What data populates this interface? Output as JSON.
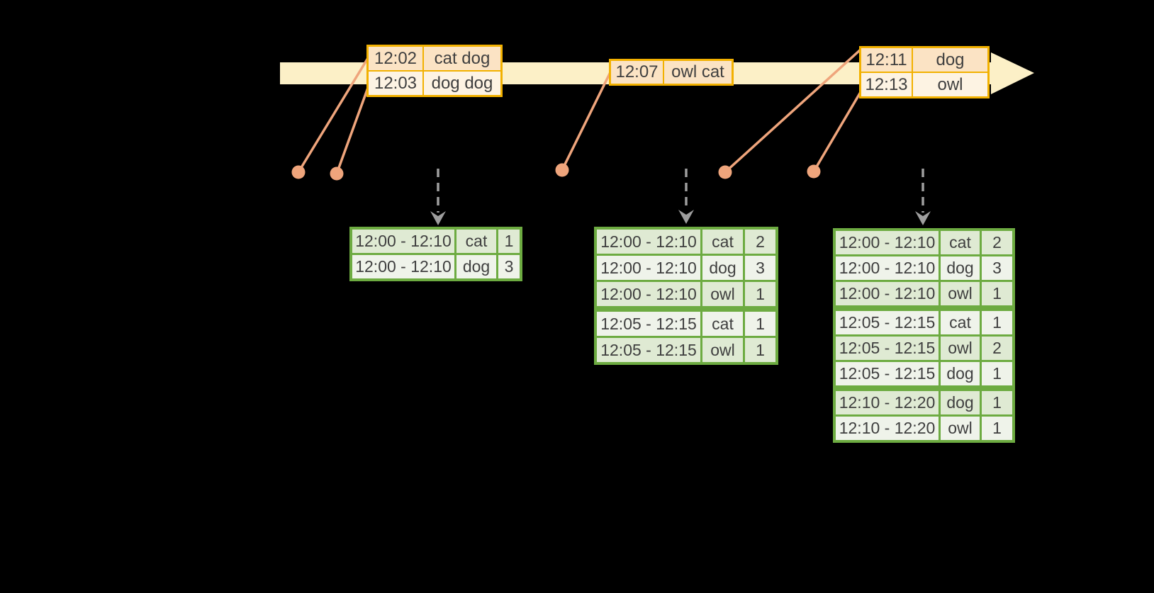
{
  "colors": {
    "background": "#000000",
    "timeline_band": "#FCF0C7",
    "event_border": "#F2B100",
    "event_row_odd": "#FBE3C4",
    "event_row_even": "#FDF3E3",
    "connector": "#EFA57C",
    "result_border": "#6DAB41",
    "result_row_odd": "#DFEAD3",
    "result_row_even": "#EFF3EA",
    "trigger_arrow": "#9E9E9E",
    "text": "#3F3F3F"
  },
  "event_stream": {
    "tables": [
      {
        "rows": [
          {
            "time": "12:02",
            "words": "cat dog"
          },
          {
            "time": "12:03",
            "words": "dog dog"
          }
        ]
      },
      {
        "rows": [
          {
            "time": "12:07",
            "words": "owl cat"
          }
        ]
      },
      {
        "rows": [
          {
            "time": "12:11",
            "words": "dog"
          },
          {
            "time": "12:13",
            "words": "owl"
          }
        ]
      }
    ]
  },
  "result_tables": [
    {
      "rows": [
        [
          "12:00 - 12:10",
          "cat",
          "1"
        ],
        [
          "12:00 - 12:10",
          "dog",
          "3"
        ]
      ],
      "group_breaks": []
    },
    {
      "rows": [
        [
          "12:00 - 12:10",
          "cat",
          "2"
        ],
        [
          "12:00 - 12:10",
          "dog",
          "3"
        ],
        [
          "12:00 - 12:10",
          "owl",
          "1"
        ],
        [
          "12:05 - 12:15",
          "cat",
          "1"
        ],
        [
          "12:05 - 12:15",
          "owl",
          "1"
        ]
      ],
      "group_breaks": [
        3
      ]
    },
    {
      "rows": [
        [
          "12:00 - 12:10",
          "cat",
          "2"
        ],
        [
          "12:00 - 12:10",
          "dog",
          "3"
        ],
        [
          "12:00 - 12:10",
          "owl",
          "1"
        ],
        [
          "12:05 - 12:15",
          "cat",
          "1"
        ],
        [
          "12:05 - 12:15",
          "owl",
          "2"
        ],
        [
          "12:05 - 12:15",
          "dog",
          "1"
        ],
        [
          "12:10 - 12:20",
          "dog",
          "1"
        ],
        [
          "12:10 - 12:20",
          "owl",
          "1"
        ]
      ],
      "group_breaks": [
        3,
        6
      ]
    }
  ]
}
